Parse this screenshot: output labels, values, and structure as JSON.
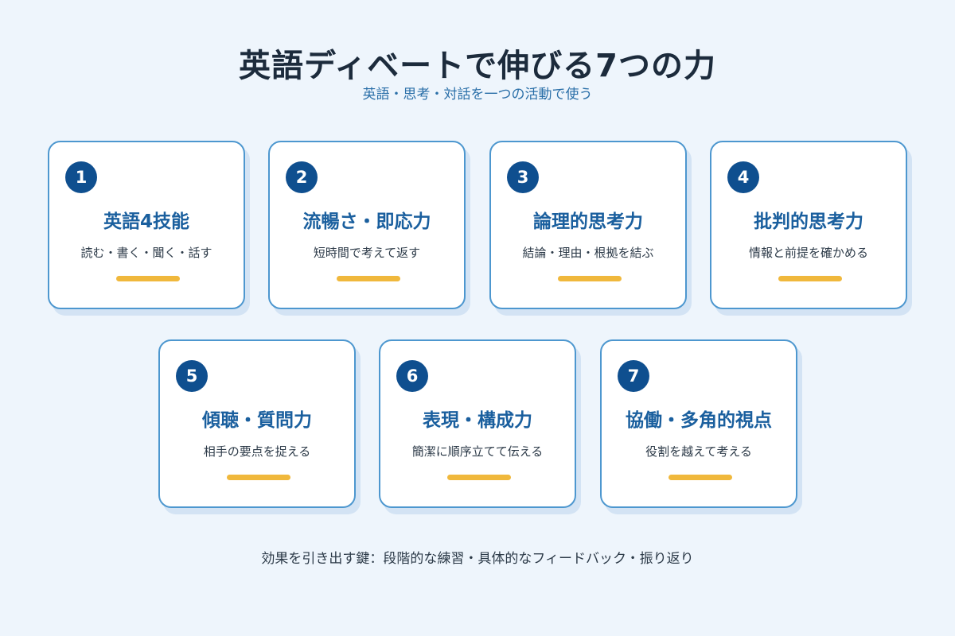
{
  "title": "英語ディベートで伸びる7つの力",
  "subtitle": "英語・思考・対話を一つの活動で使う",
  "cards": [
    {
      "number": "1",
      "title": "英語4技能",
      "desc": "読む・書く・聞く・話す"
    },
    {
      "number": "2",
      "title": "流暢さ・即応力",
      "desc": "短時間で考えて返す"
    },
    {
      "number": "3",
      "title": "論理的思考力",
      "desc": "結論・理由・根拠を結ぶ"
    },
    {
      "number": "4",
      "title": "批判的思考力",
      "desc": "情報と前提を確かめる"
    },
    {
      "number": "5",
      "title": "傾聴・質問力",
      "desc": "相手の要点を捉える"
    },
    {
      "number": "6",
      "title": "表現・構成力",
      "desc": "簡潔に順序立てて伝える"
    },
    {
      "number": "7",
      "title": "協働・多角的視点",
      "desc": "役割を越えて考える"
    }
  ],
  "footer": "効果を引き出す鍵：段階的な練習・具体的なフィードバック・振り返り",
  "colors": {
    "background": "#eef5fc",
    "card_border": "#4d97cf",
    "badge": "#0f4f8f",
    "card_title": "#1a5f9e",
    "accent_bar": "#f0b83c"
  }
}
